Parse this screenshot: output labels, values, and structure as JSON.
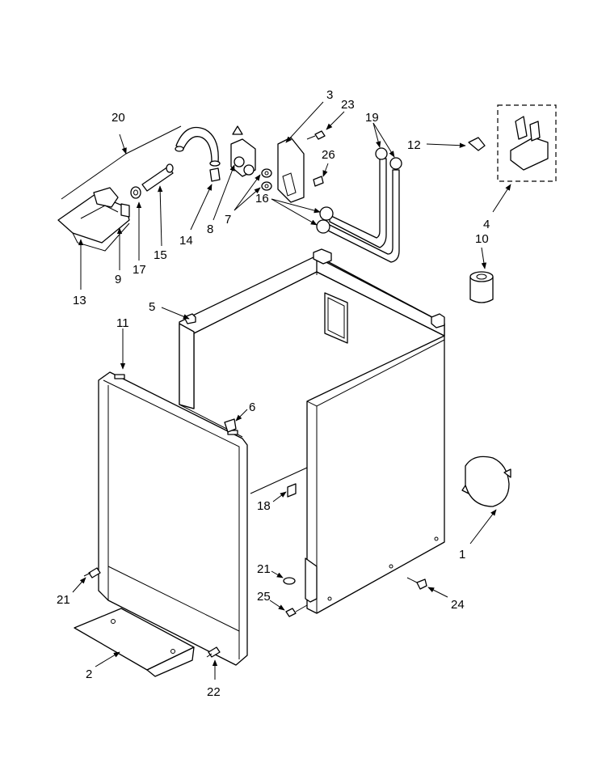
{
  "callouts": [
    {
      "id": "c1",
      "label": "1"
    },
    {
      "id": "c2",
      "label": "2"
    },
    {
      "id": "c3",
      "label": "3"
    },
    {
      "id": "c4",
      "label": "4"
    },
    {
      "id": "c5",
      "label": "5"
    },
    {
      "id": "c6",
      "label": "6"
    },
    {
      "id": "c7",
      "label": "7"
    },
    {
      "id": "c8",
      "label": "8"
    },
    {
      "id": "c9",
      "label": "9"
    },
    {
      "id": "c10",
      "label": "10"
    },
    {
      "id": "c11",
      "label": "11"
    },
    {
      "id": "c12",
      "label": "12"
    },
    {
      "id": "c13",
      "label": "13"
    },
    {
      "id": "c14",
      "label": "14"
    },
    {
      "id": "c15",
      "label": "15"
    },
    {
      "id": "c16",
      "label": "16"
    },
    {
      "id": "c17",
      "label": "17"
    },
    {
      "id": "c18",
      "label": "18"
    },
    {
      "id": "c19",
      "label": "19"
    },
    {
      "id": "c20",
      "label": "20"
    },
    {
      "id": "c21a",
      "label": "21"
    },
    {
      "id": "c21b",
      "label": "21"
    },
    {
      "id": "c22",
      "label": "22"
    },
    {
      "id": "c23",
      "label": "23"
    },
    {
      "id": "c24",
      "label": "24"
    },
    {
      "id": "c25",
      "label": "25"
    },
    {
      "id": "c26",
      "label": "26"
    }
  ]
}
